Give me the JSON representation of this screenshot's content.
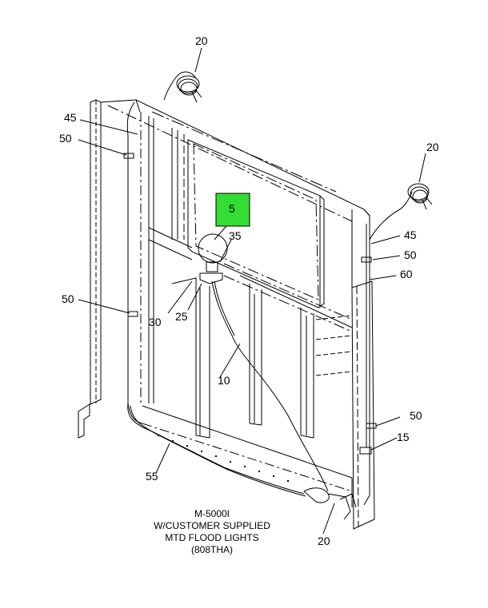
{
  "callouts": {
    "c20_top": "20",
    "c20_right": "20",
    "c20_bottom": "20",
    "c45_left": "45",
    "c45_right": "45",
    "c50_top_left": "50",
    "c50_mid_left": "50",
    "c50_right": "50",
    "c50_lower_right": "50",
    "c5_highlight": "5",
    "c35": "35",
    "c60": "60",
    "c30": "30",
    "c25": "25",
    "c10": "10",
    "c15": "15",
    "c55": "55"
  },
  "caption": {
    "line1": "M-5000I",
    "line2": "W/CUSTOMER SUPPLIED",
    "line3": "MTD FLOOD LIGHTS",
    "line4": "(808THA)"
  },
  "colors": {
    "highlight": "#33dd33",
    "line": "#000000"
  }
}
